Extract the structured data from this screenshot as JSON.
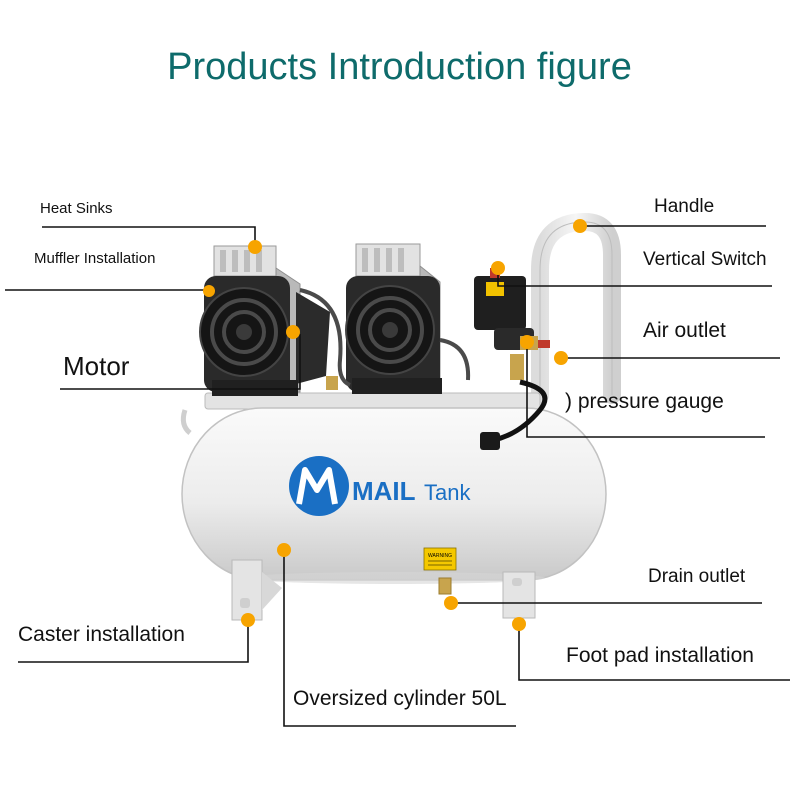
{
  "title": "Products Introduction figure",
  "brand": {
    "prefix": "MAIL",
    "suffix": "Tank",
    "color": "#1a6fc4"
  },
  "warning_label": "WARNING",
  "labels": {
    "heat_sinks": "Heat Sinks",
    "muffler": "Muffler Installation",
    "motor": "Motor",
    "handle": "Handle",
    "vertical_switch": "Vertical Switch",
    "air_outlet": "Air outlet",
    "pressure_gauge": ") pressure gauge",
    "drain_outlet": "Drain outlet",
    "caster": "Caster installation",
    "foot_pad": "Foot pad installation",
    "cylinder": "Oversized cylinder 50L"
  },
  "colors": {
    "title": "#0e6b6b",
    "callout_dot": "#f7a400",
    "tank": "#efefef",
    "motor_body": "#2a2a2a"
  }
}
